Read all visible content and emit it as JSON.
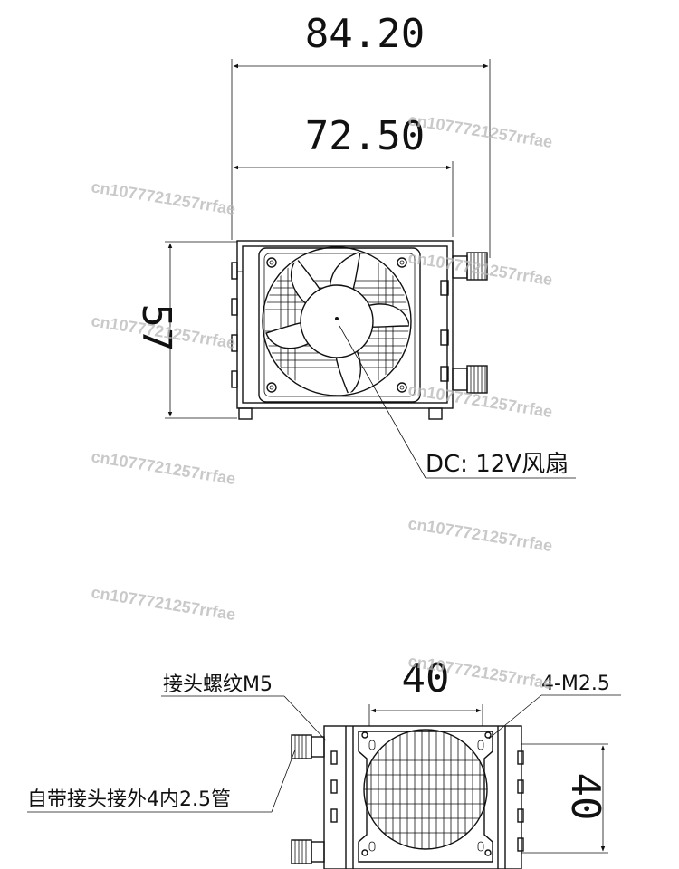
{
  "dimensions": {
    "overall_width": "84.20",
    "radiator_width": "72.50",
    "height": "57",
    "fan_width": "40",
    "fan_height": "40"
  },
  "annotations": {
    "fan_label": "DC: 12V风扇",
    "thread_label": "接头螺纹M5",
    "mount_label": "4-M2.5",
    "fitting_label": "自带接头接外4内2.5管"
  },
  "watermark": "cn1077721257rrfae"
}
